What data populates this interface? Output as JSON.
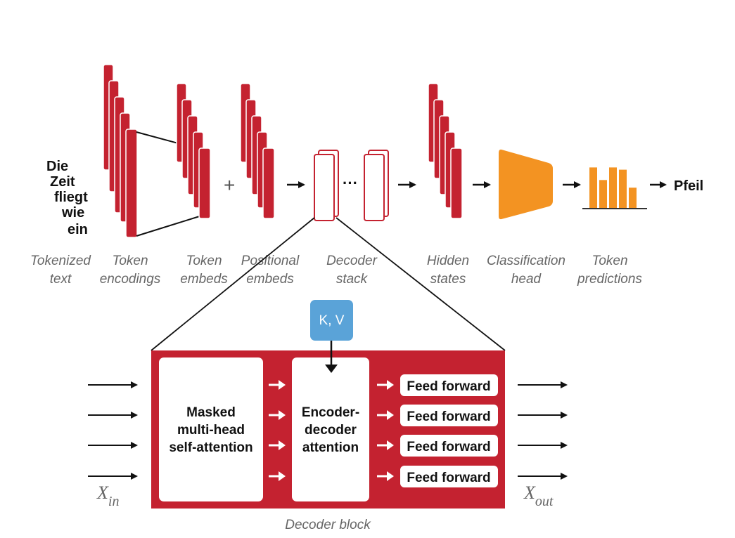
{
  "input_tokens": [
    "Die",
    "Zeit",
    "fliegt",
    "wie",
    "ein"
  ],
  "output_token": "Pfeil",
  "plus_sign": "+",
  "ellipsis": "···",
  "stage_captions": {
    "tokenized_text": [
      "Tokenized",
      "text"
    ],
    "token_encodings": [
      "Token",
      "encodings"
    ],
    "token_embeds": [
      "Token",
      "embeds"
    ],
    "positional_embeds": [
      "Positional",
      "embeds"
    ],
    "decoder_stack": [
      "Decoder",
      "stack"
    ],
    "hidden_states": [
      "Hidden",
      "states"
    ],
    "classification_head": [
      "Classification",
      "head"
    ],
    "token_predictions": [
      "Token",
      "predictions"
    ]
  },
  "decoder_block": {
    "caption": "Decoder block",
    "kv_label": "K, V",
    "masked_attention_label": [
      "Masked",
      "multi-head",
      "self-attention"
    ],
    "encoder_decoder_label": [
      "Encoder-",
      "decoder",
      "attention"
    ],
    "feed_forward_labels": [
      "Feed forward",
      "Feed forward",
      "Feed forward",
      "Feed forward"
    ],
    "x_in": {
      "base": "X",
      "sub": "in"
    },
    "x_out": {
      "base": "X",
      "sub": "out"
    }
  },
  "token_prediction_bars": [
    0.9,
    0.62,
    0.9,
    0.85,
    0.45
  ],
  "colors": {
    "red": "#c42230",
    "dark_red": "#9e1b26",
    "orange": "#f39322",
    "blue": "#5aa3d8",
    "caption_gray": "#666666",
    "black": "#111111"
  }
}
